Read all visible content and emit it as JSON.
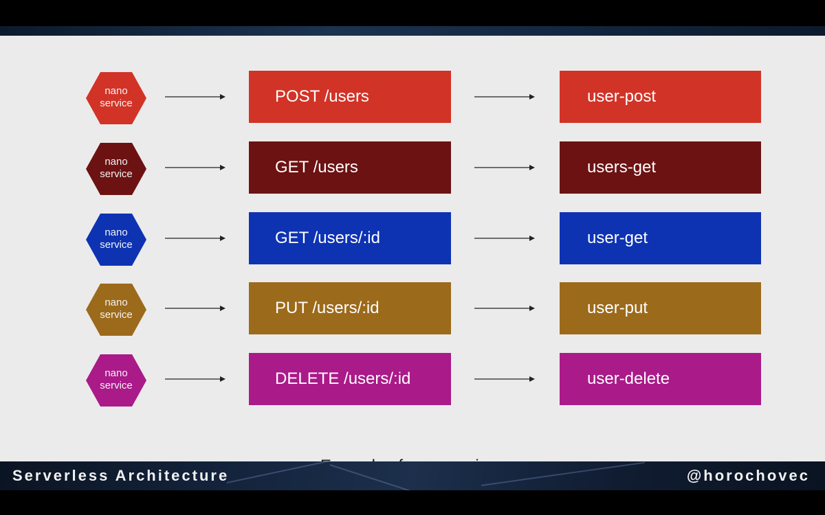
{
  "caption": "Example of nanoservices",
  "footer": {
    "left_title": "Serverless Architecture",
    "right_handle": "@horochovec"
  },
  "rows": [
    {
      "hex_line1": "nano",
      "hex_line2": "service",
      "route": "POST /users",
      "function": "user-post",
      "color": "#d23327"
    },
    {
      "hex_line1": "nano",
      "hex_line2": "service",
      "route": "GET /users",
      "function": "users-get",
      "color": "#6c1212"
    },
    {
      "hex_line1": "nano",
      "hex_line2": "service",
      "route": "GET /users/:id",
      "function": "user-get",
      "color": "#0d33b3"
    },
    {
      "hex_line1": "nano",
      "hex_line2": "service",
      "route": "PUT /users/:id",
      "function": "user-put",
      "color": "#9c6a1b"
    },
    {
      "hex_line1": "nano",
      "hex_line2": "service",
      "route": "DELETE /users/:id",
      "function": "user-delete",
      "color": "#aa1a89"
    }
  ]
}
